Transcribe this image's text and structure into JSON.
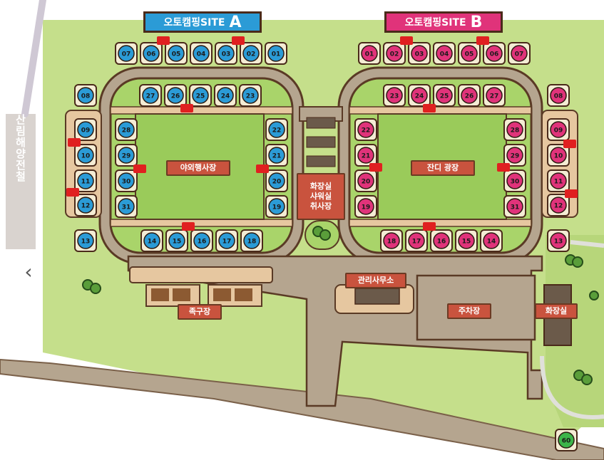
{
  "site_a": {
    "title": "오토캠핑SITE",
    "letter": "A",
    "color": "#2b9bd6",
    "top_row": [
      "07",
      "06",
      "05",
      "04",
      "03",
      "02",
      "01"
    ],
    "inner_top": [
      "27",
      "26",
      "25",
      "24",
      "23"
    ],
    "inner_left": [
      "28",
      "29",
      "30",
      "31"
    ],
    "inner_right": [
      "22",
      "21",
      "20",
      "19"
    ],
    "inner_bottom": [
      "14",
      "15",
      "16",
      "17",
      "18"
    ],
    "outer_left": [
      "08",
      "09",
      "10",
      "11",
      "12",
      "13"
    ]
  },
  "site_b": {
    "title": "오토캠핑SITE",
    "letter": "B",
    "color": "#e0337a",
    "top_row": [
      "01",
      "02",
      "03",
      "04",
      "05",
      "06",
      "07"
    ],
    "inner_top": [
      "23",
      "24",
      "25",
      "26",
      "27"
    ],
    "inner_left": [
      "22",
      "21",
      "20",
      "19"
    ],
    "inner_right": [
      "28",
      "29",
      "30",
      "31"
    ],
    "inner_bottom": [
      "18",
      "17",
      "16",
      "15",
      "14"
    ],
    "outer_right": [
      "08",
      "09",
      "10",
      "11",
      "12",
      "13"
    ]
  },
  "extra_site": {
    "label": "60",
    "color": "#3cb54a"
  },
  "facilities": {
    "outdoor_stage": "야외행사장",
    "lawn_plaza": "잔디 광장",
    "restroom_shower_cooking": [
      "화장실",
      "샤워실",
      "취사장"
    ],
    "office": "관리사무소",
    "parking": "주차장",
    "restroom_east": "화장실",
    "foot_volleyball": "족구장"
  },
  "side_road_text": "산림해양전철",
  "nav": {
    "prev_arrow": "‹"
  },
  "colors": {
    "grass": "#c5df8b",
    "lawn": "#a9d46a",
    "road": "#b5a58f",
    "road_border": "#5a3a25",
    "pad": "#e6c7a0",
    "label_bg": "#c9533e",
    "marker": "#e02020"
  }
}
